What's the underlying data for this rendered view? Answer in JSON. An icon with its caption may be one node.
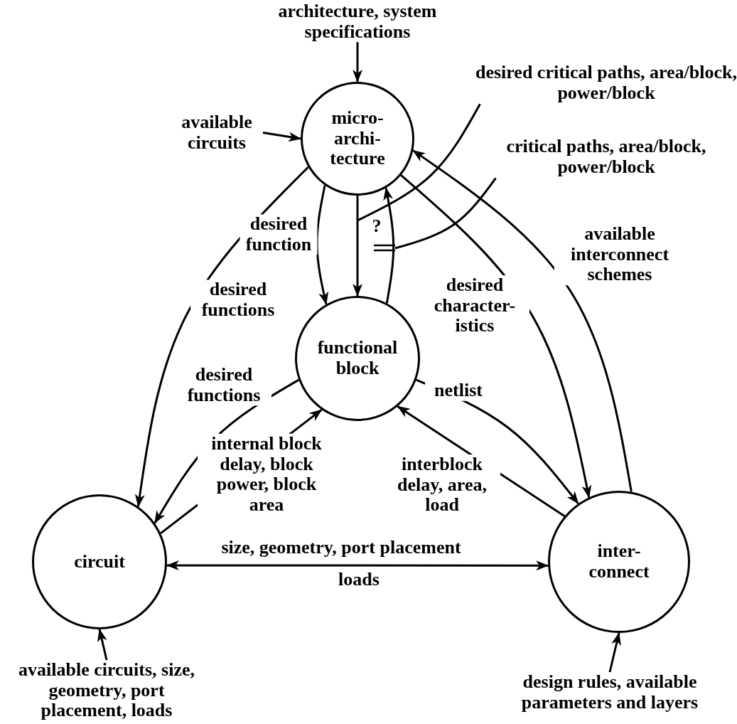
{
  "diagram": {
    "nodes": [
      {
        "text": [
          "micro- archi- tecture"
        ]
      },
      {
        "text": [
          "functional block"
        ]
      },
      {
        "text": [
          "circuit"
        ]
      },
      {
        "text": [
          "inter- connect"
        ]
      },
      {
        "text": [
          "architecture, system specifications"
        ]
      },
      {
        "text": [
          "available circuits"
        ]
      },
      {
        "text": [
          "design rules, available parameters and layers"
        ]
      },
      {
        "text": [
          "available circuits, size, geometry, port placement, loads"
        ]
      },
      {
        "text": [
          "desired critical paths, area/block, power/block"
        ]
      },
      {
        "text": [
          "critical paths, area/block, power/block"
        ]
      }
    ],
    "edges": [
      {
        "from": 4,
        "to": 0,
        "arrow": "to"
      },
      {
        "from": 5,
        "to": 0,
        "arrow": "to"
      },
      {
        "from": 0,
        "to": 1,
        "arrow": "to",
        "label": "desired function"
      },
      {
        "from": 0,
        "to": 1,
        "arrow": "to"
      },
      {
        "from": 1,
        "to": 0,
        "arrow": "to"
      },
      {
        "from": 0,
        "to": 2,
        "arrow": "to",
        "label": "desired functions"
      },
      {
        "from": 0,
        "to": 3,
        "arrow": "to",
        "label": "desired character- istics"
      },
      {
        "from": 3,
        "to": 0,
        "arrow": "to",
        "label": "available interconnect schemes"
      },
      {
        "from": 1,
        "to": 2,
        "arrow": "to",
        "label": "desired functions"
      },
      {
        "from": 2,
        "to": 1,
        "arrow": "to",
        "label": "internal block delay, block power, block area"
      },
      {
        "from": 1,
        "to": 3,
        "arrow": "to",
        "label": "netlist"
      },
      {
        "from": 3,
        "to": 1,
        "arrow": "to",
        "label": "interblock delay, area, load"
      },
      {
        "from": 2,
        "to": 3,
        "arrow": "both",
        "label": "size, geometry, port placement"
      },
      {
        "from": 7,
        "to": 2,
        "arrow": "to"
      },
      {
        "from": 6,
        "to": 3,
        "arrow": "to"
      },
      {
        "from": 8,
        "to": null,
        "arrow": "none"
      },
      {
        "from": 9,
        "to": null,
        "arrow": "none"
      }
    ],
    "labels": [
      "?",
      "loads"
    ]
  }
}
